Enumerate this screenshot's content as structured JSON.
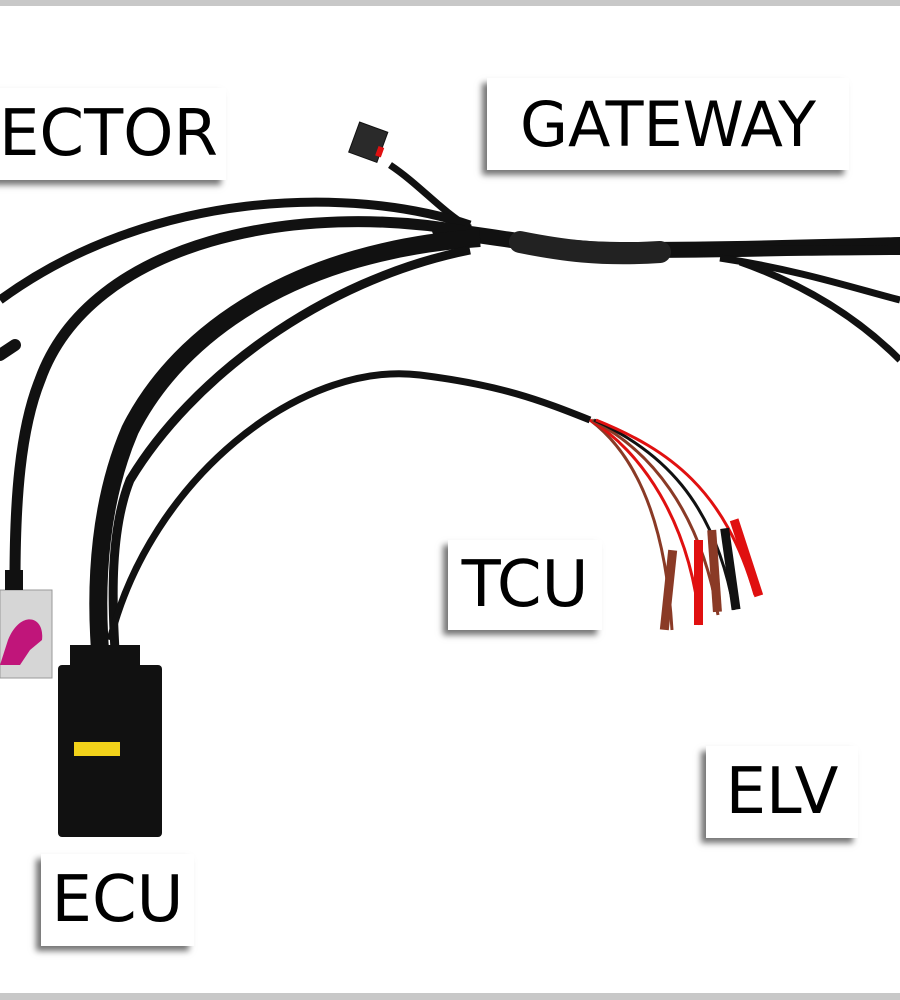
{
  "image": {
    "description": "Product photo of a black braided wiring harness with connector labels",
    "labels": {
      "connector": "ECTOR",
      "gateway": "GATEWAY",
      "tcu": "TCU",
      "elv": "ELV",
      "ecu": "ECU"
    },
    "colors": {
      "background": "#ffffff",
      "frame": "#c8c8c8",
      "cable": "#111111",
      "ecu_latch": "#f2d21a",
      "connector_lock": "#c0157a",
      "wire_red": "#e01010",
      "wire_brown": "#8a3a26",
      "wire_black": "#111111"
    }
  }
}
